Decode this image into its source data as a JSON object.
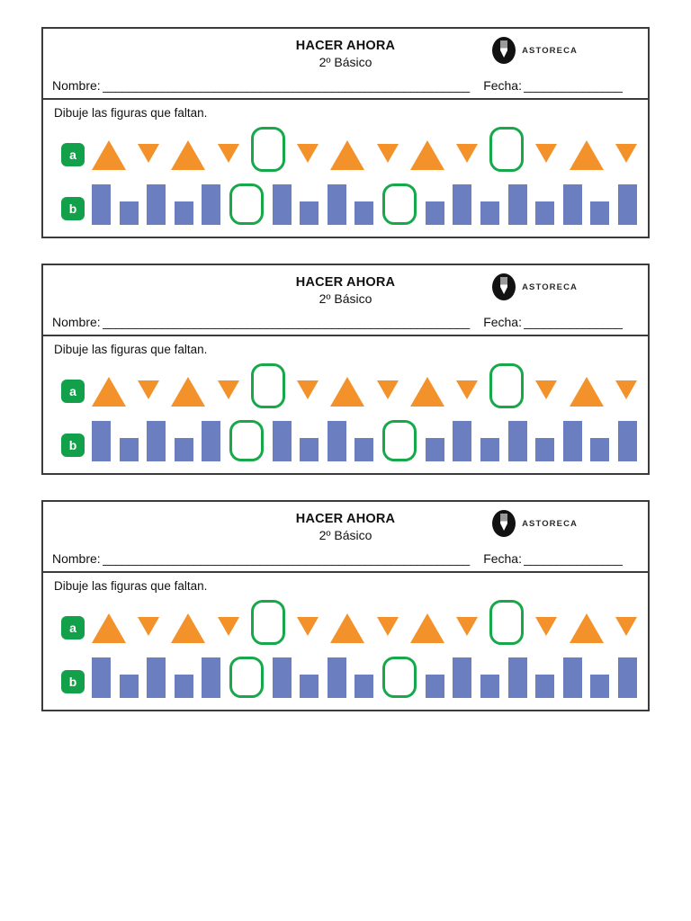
{
  "page": {
    "card_count": 3,
    "colors": {
      "orange": "#F3922B",
      "blue": "#6B7FC0",
      "green": "#12A04A",
      "green_outline": "#17A84A",
      "border": "#3b3b3b",
      "logo_disc": "#121212"
    }
  },
  "card": {
    "title_main": "HACER AHORA",
    "title_sub": "2º Básico",
    "logo_text": "ASTORECA",
    "logo_icon": "astoreca-pencil-circle-icon",
    "name_label": "Nombre:",
    "name_rule": "________________________________________________________",
    "date_label": "Fecha:",
    "date_rule": "_______________",
    "instruction": "Dibuje las figuras que faltan.",
    "rows": [
      {
        "badge": "a",
        "kind": "triangles",
        "slots": [
          "tri-up",
          "tri-down",
          "tri-up",
          "tri-down",
          "blank",
          "tri-down",
          "tri-up",
          "tri-down",
          "tri-up",
          "tri-down",
          "blank",
          "tri-down",
          "tri-up",
          "tri-down"
        ]
      },
      {
        "badge": "b",
        "kind": "bars",
        "slots": [
          "bar-tall",
          "bar-short",
          "bar-tall",
          "bar-short",
          "bar-tall",
          "blank",
          "bar-tall",
          "bar-short",
          "bar-tall",
          "bar-short",
          "blank",
          "bar-short",
          "bar-tall",
          "bar-short",
          "bar-tall",
          "bar-short",
          "bar-tall",
          "bar-short",
          "bar-tall"
        ]
      }
    ]
  }
}
